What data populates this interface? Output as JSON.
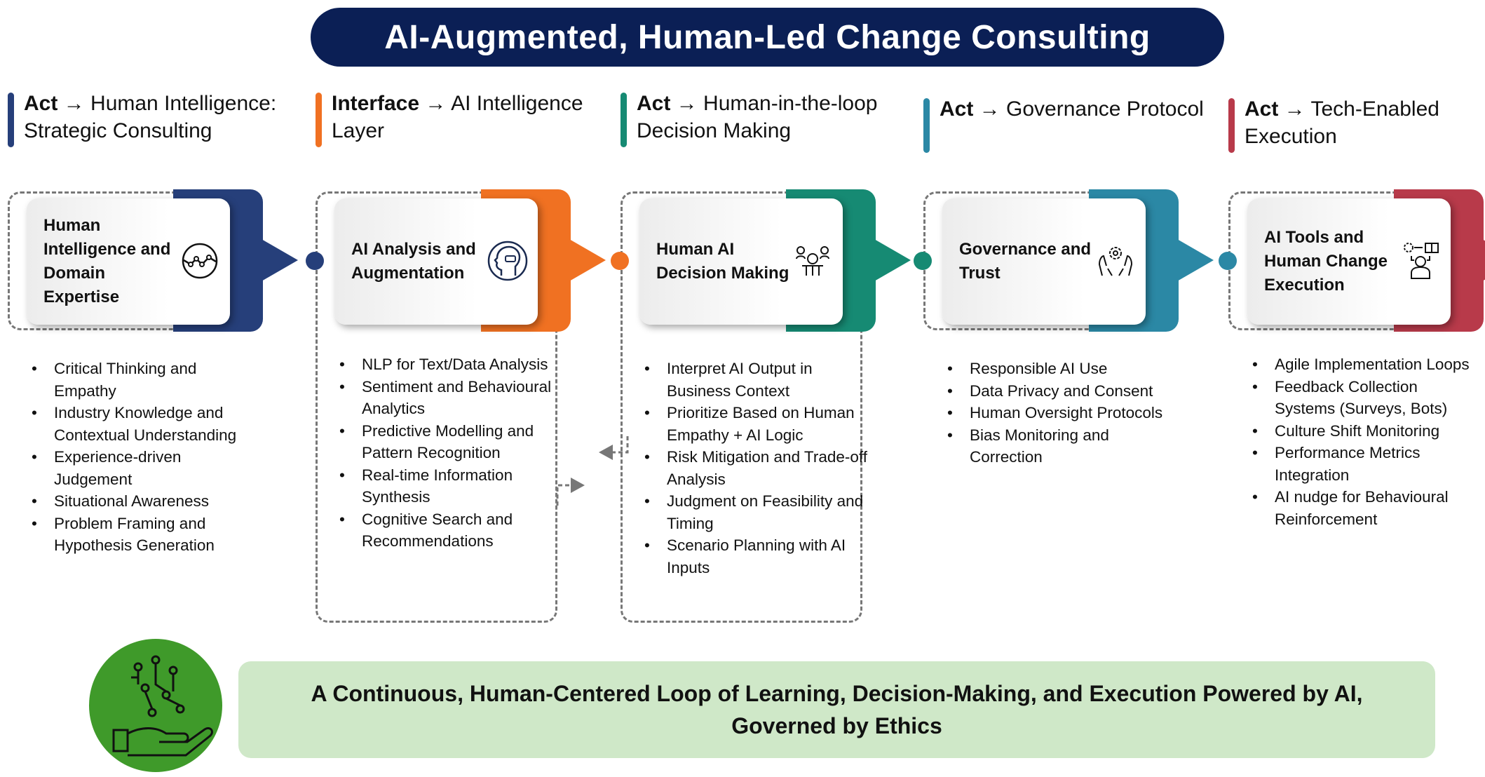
{
  "title": "AI-Augmented, Human-Led Change Consulting",
  "columns": [
    {
      "color": "#263f7a",
      "header_bold": "Act →",
      "header_rest": " Human Intelligence: Strategic Consulting",
      "card_title": "Human Intelligence and Domain Expertise",
      "icon": "network-chart-icon",
      "bullets": [
        "Critical Thinking and Empathy",
        "Industry Knowledge and Contextual Understanding",
        "Experience-driven Judgement",
        "Situational Awareness",
        "Problem Framing and Hypothesis Generation"
      ]
    },
    {
      "color": "#f07122",
      "header_bold": "Interface →",
      "header_rest": " AI Intelligence Layer",
      "card_title": "AI Analysis and Augmentation",
      "icon": "ai-head-icon",
      "bullets": [
        "NLP for Text/Data Analysis",
        "Sentiment and Behavioural Analytics",
        "Predictive Modelling and Pattern Recognition",
        "Real-time Information Synthesis",
        "Cognitive Search and Recommendations"
      ]
    },
    {
      "color": "#168a73",
      "header_bold": "Act →",
      "header_rest": " Human-in-the-loop Decision Making",
      "card_title": "Human AI Decision Making",
      "icon": "team-decision-icon",
      "bullets": [
        "Interpret AI Output in Business Context",
        "Prioritize Based on Human Empathy + AI Logic",
        "Risk Mitigation and Trade-off Analysis",
        "Judgment on Feasibility and Timing",
        "Scenario Planning with AI Inputs"
      ]
    },
    {
      "color": "#2b88a5",
      "header_bold": "Act →",
      "header_rest": " Governance Protocol",
      "card_title": "Governance and Trust",
      "icon": "hands-gear-icon",
      "bullets": [
        "Responsible AI Use",
        "Data Privacy and Consent",
        "Human Oversight Protocols",
        "Bias Monitoring and Correction"
      ]
    },
    {
      "color": "#b83a4a",
      "header_bold": "Act →",
      "header_rest": " Tech-Enabled Execution",
      "card_title": "AI Tools and Human Change Execution",
      "icon": "person-tools-icon",
      "bullets": [
        "Agile Implementation Loops",
        "Feedback Collection Systems (Surveys, Bots)",
        "Culture Shift Monitoring",
        "Performance Metrics Integration",
        "AI nudge for Behavioural Reinforcement"
      ]
    }
  ],
  "footer": {
    "text": "A Continuous, Human-Centered Loop of Learning, Decision-Making, and Execution Powered by AI, Governed by Ethics",
    "icon": "hand-circuit-icon",
    "circle_color": "#3f9a2a"
  }
}
